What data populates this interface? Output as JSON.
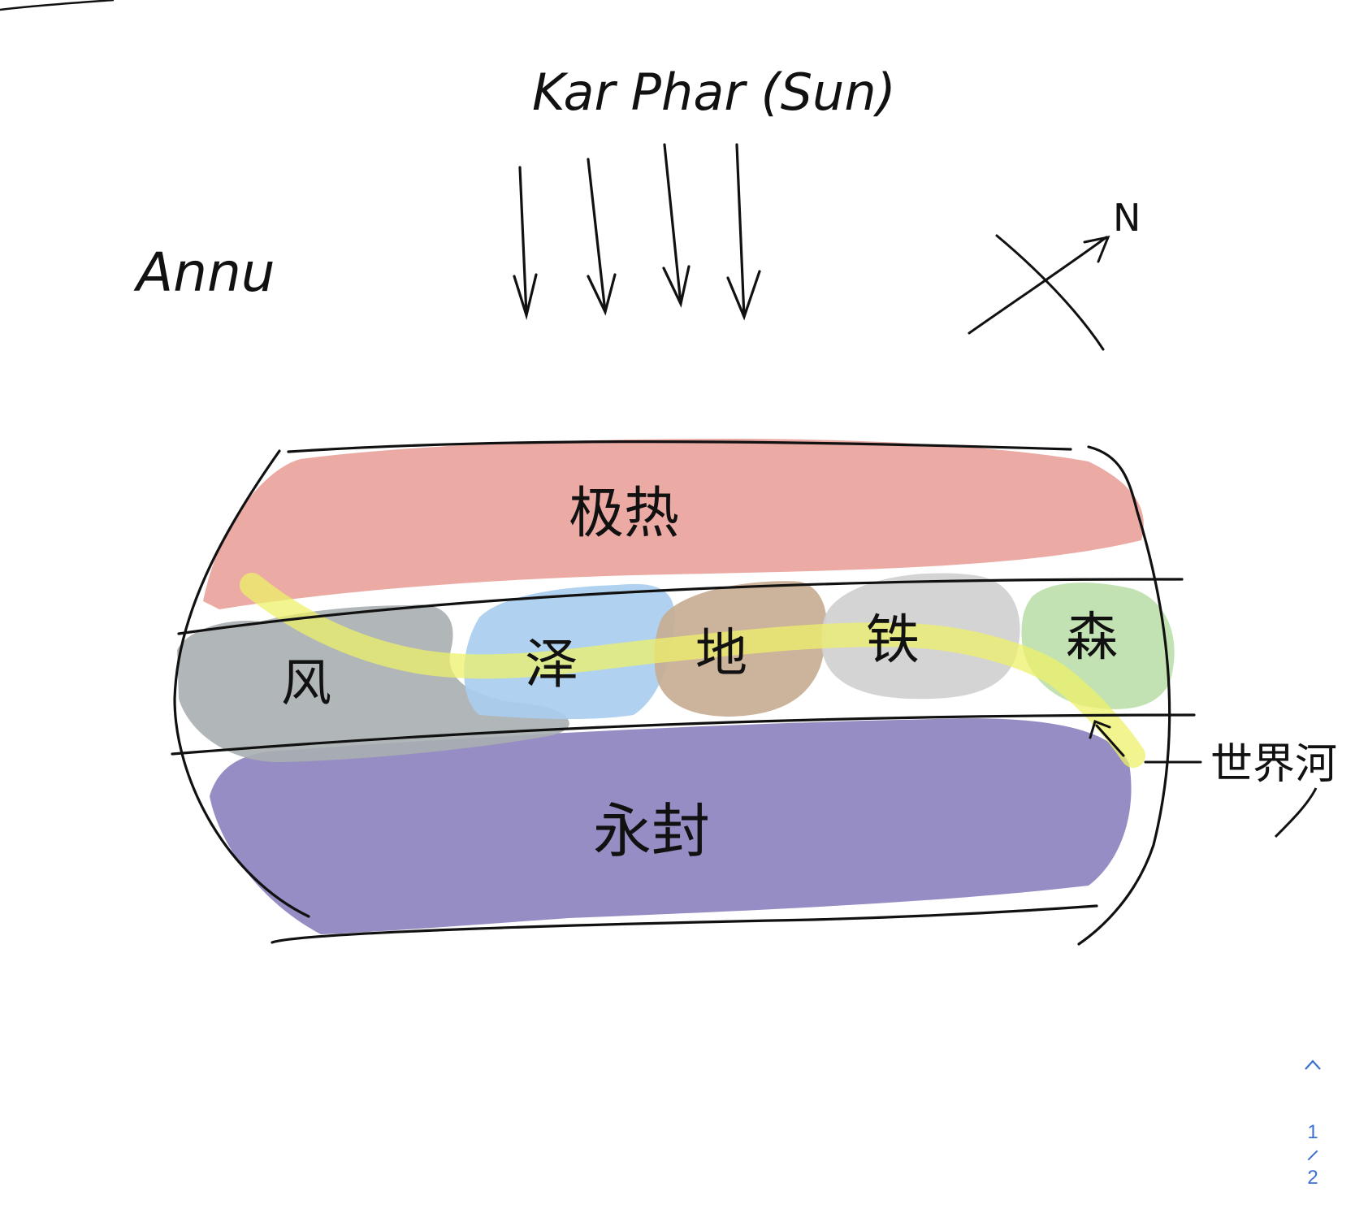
{
  "labels": {
    "sun": "Kar Phar (Sun)",
    "world": "Annu",
    "north": "N",
    "river": "世界河"
  },
  "regions": {
    "north_pole": "极热",
    "south_pole": "永封",
    "wind": "风",
    "water": "泽",
    "earth": "地",
    "iron": "铁",
    "forest": "森"
  },
  "colors": {
    "north_pole": "#e9a49c",
    "south_pole": "#8f87c0",
    "wind": "#a9aeb1",
    "water": "#a9cdee",
    "earth": "#c7ad94",
    "iron": "#d2d2d2",
    "forest": "#bfe0b0",
    "river": "#eef06a",
    "ink": "#111111",
    "pager": "#3b6fd6"
  },
  "pager": {
    "current": "1",
    "total": "2"
  }
}
